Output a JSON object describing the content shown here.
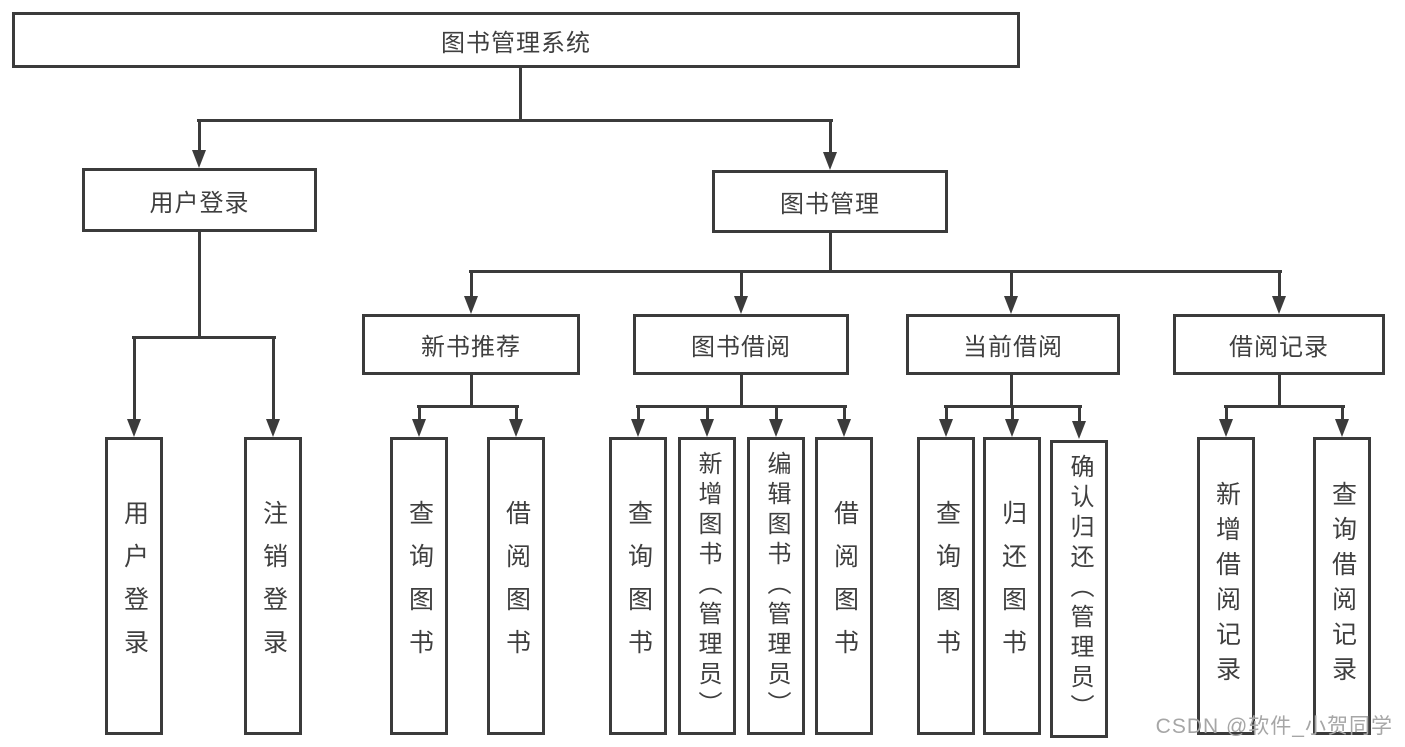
{
  "nodes": {
    "root": {
      "label": "图书管理系统"
    },
    "user_login": {
      "label": "用户登录"
    },
    "book_mgmt": {
      "label": "图书管理"
    },
    "new_book_rec": {
      "label": "新书推荐"
    },
    "book_borrow": {
      "label": "图书借阅"
    },
    "current_borrow": {
      "label": "当前借阅"
    },
    "borrow_records": {
      "label": "借阅记录"
    },
    "login": {
      "label": "用户登录"
    },
    "logout": {
      "label": "注销登录"
    },
    "nbr_query": {
      "label": "查询图书"
    },
    "nbr_borrow": {
      "label": "借阅图书"
    },
    "bb_query": {
      "label": "查询图书"
    },
    "bb_add": {
      "label": "新增图书（管理员）"
    },
    "bb_edit": {
      "label": "编辑图书（管理员）"
    },
    "bb_borrow": {
      "label": "借阅图书"
    },
    "cb_query": {
      "label": "查询图书"
    },
    "cb_return": {
      "label": "归还图书"
    },
    "cb_confirm": {
      "label": "确认归还（管理员）"
    },
    "br_add": {
      "label": "新增借阅记录"
    },
    "br_query": {
      "label": "查询借阅记录"
    }
  },
  "watermark": {
    "text": "CSDN @软件_小贺同学"
  },
  "colors": {
    "line": "#3b3b3b",
    "text": "#3f3f3f",
    "watermark": "#a6a6a6",
    "background": "#ffffff"
  }
}
